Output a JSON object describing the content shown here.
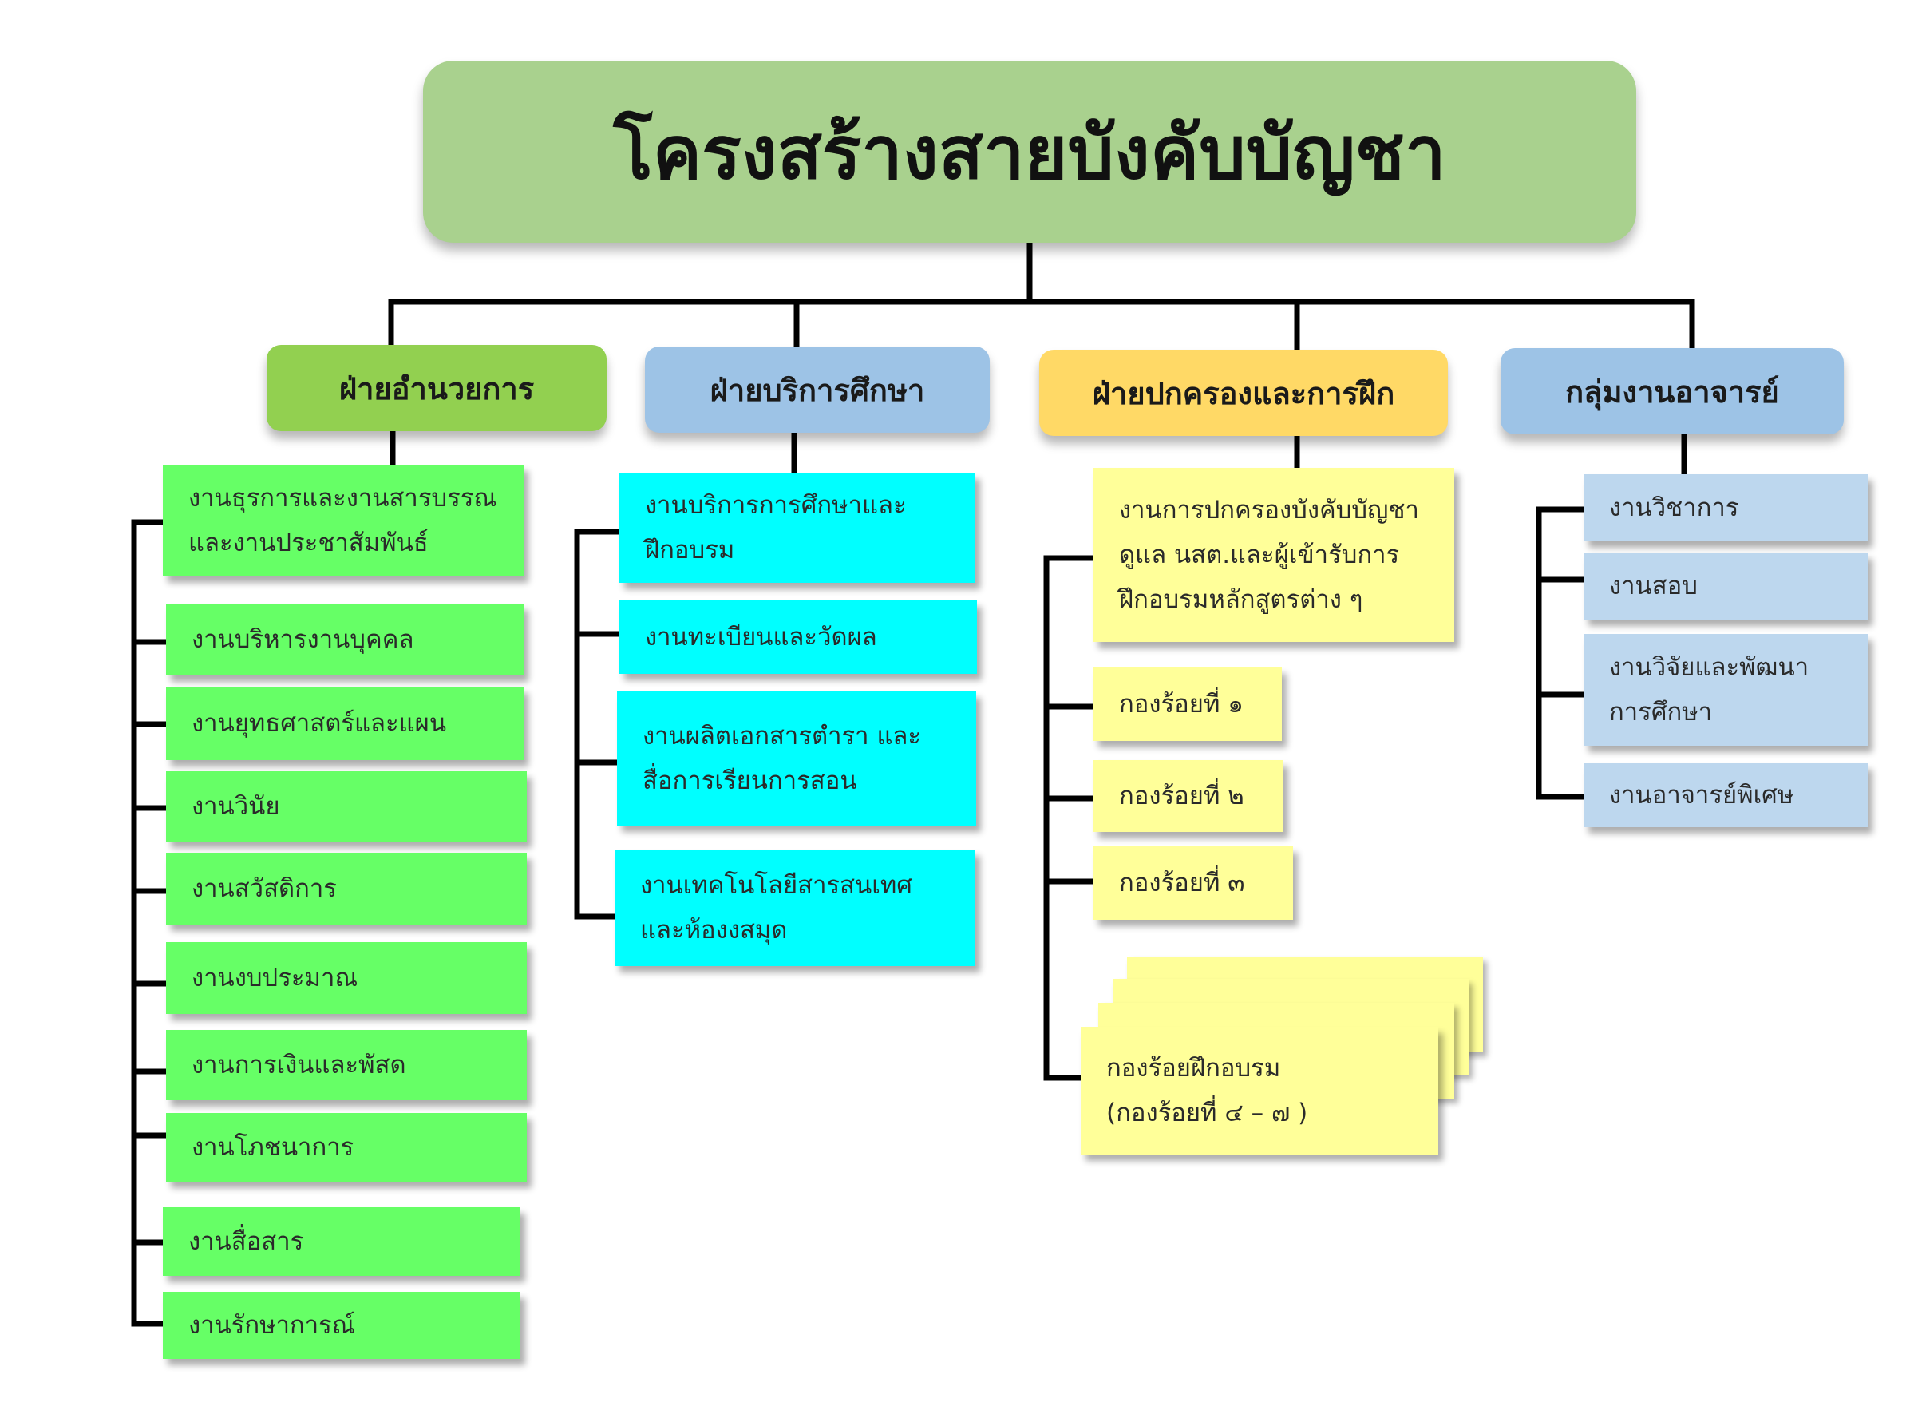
{
  "title": "โครงสร้างสายบังคับบัญชา",
  "colors": {
    "title_bg": "#a9d18e",
    "dept1_head": "#92d050",
    "dept2_head": "#9dc3e6",
    "dept3_head": "#ffd966",
    "dept4_head": "#9dc3e6",
    "green_item": "#66ff66",
    "cyan_item": "#00ffff",
    "yellow_item": "#ffff99",
    "blue_item": "#bdd7ee",
    "connector": "#000000"
  },
  "departments": [
    {
      "name": "ฝ่ายอำนวยการ",
      "items": [
        [
          "งานธุรการและงานสารบรรณ",
          "และงานประชาสัมพันธ์"
        ],
        [
          "งานบริหารงานบุคคล"
        ],
        [
          "งานยุทธศาสตร์และแผน"
        ],
        [
          "งานวินัย"
        ],
        [
          "งานสวัสดิการ"
        ],
        [
          "งานงบประมาณ"
        ],
        [
          "งานการเงินและพัสด"
        ],
        [
          "งานโภชนาการ"
        ],
        [
          "งานสื่อสาร"
        ],
        [
          "งานรักษาการณ์"
        ]
      ]
    },
    {
      "name": "ฝ่ายบริการศึกษา",
      "items": [
        [
          "งานบริการการศึกษาและ",
          "ฝึกอบรม"
        ],
        [
          "งานทะเบียนและวัดผล"
        ],
        [
          "งานผลิตเอกสารตำรา และ",
          "สื่อการเรียนการสอน"
        ],
        [
          "งานเทคโนโลยีสารสนเทศ",
          "และห้องงสมุด"
        ]
      ]
    },
    {
      "name": "ฝ่ายปกครองและการฝึก",
      "items": [
        [
          "งานการปกครองบังคับบัญชา",
          "ดูแล นสต.และผู้เข้ารับการ",
          "ฝึกอบรมหลักสูตรต่าง ๆ"
        ],
        [
          "กองร้อยที่ ๑"
        ],
        [
          "กองร้อยที่ ๒"
        ],
        [
          "กองร้อยที่ ๓"
        ],
        [
          "กองร้อยฝึกอบรม",
          "(กองร้อยที่ ๔ – ๗ )"
        ]
      ]
    },
    {
      "name": "กลุ่มงานอาจารย์",
      "items": [
        [
          "งานวิชาการ"
        ],
        [
          "งานสอบ"
        ],
        [
          "งานวิจัยและพัฒนา",
          "การศึกษา"
        ],
        [
          "งานอาจารย์พิเศษ"
        ]
      ]
    }
  ]
}
